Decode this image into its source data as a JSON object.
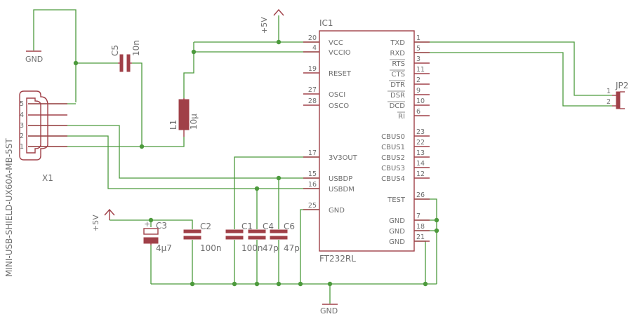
{
  "ic": {
    "name": "IC1",
    "value": "FT232RL",
    "left_pins": [
      {
        "num": "20",
        "name": "VCC"
      },
      {
        "num": "4",
        "name": "VCCIO"
      },
      {
        "num": "19",
        "name": "RESET"
      },
      {
        "num": "27",
        "name": "OSCI"
      },
      {
        "num": "28",
        "name": "OSCO"
      },
      {
        "num": "17",
        "name": "3V3OUT"
      },
      {
        "num": "15",
        "name": "USBDP"
      },
      {
        "num": "16",
        "name": "USBDM"
      },
      {
        "num": "25",
        "name": "GND"
      }
    ],
    "right_pins": [
      {
        "num": "1",
        "name": "TXD"
      },
      {
        "num": "5",
        "name": "RXD"
      },
      {
        "num": "3",
        "name": "RTS"
      },
      {
        "num": "11",
        "name": "CTS"
      },
      {
        "num": "2",
        "name": "DTR"
      },
      {
        "num": "9",
        "name": "DSR"
      },
      {
        "num": "10",
        "name": "DCD"
      },
      {
        "num": "6",
        "name": "RI"
      },
      {
        "num": "23",
        "name": "CBUS0"
      },
      {
        "num": "22",
        "name": "CBUS1"
      },
      {
        "num": "13",
        "name": "CBUS2"
      },
      {
        "num": "14",
        "name": "CBUS3"
      },
      {
        "num": "12",
        "name": "CBUS4"
      },
      {
        "num": "26",
        "name": "TEST"
      },
      {
        "num": "7",
        "name": "GND"
      },
      {
        "num": "18",
        "name": "GND"
      },
      {
        "num": "21",
        "name": "GND"
      }
    ]
  },
  "connector": {
    "name": "X1",
    "value": "MINI-USB-SHIELD-UX60A-MB-5ST",
    "pins": [
      "5",
      "4",
      "3",
      "2",
      "1"
    ]
  },
  "jumper": {
    "name": "JP2",
    "pins": [
      "1",
      "2"
    ]
  },
  "components": {
    "c5": {
      "name": "C5",
      "value": "10n"
    },
    "l1": {
      "name": "L1",
      "value": "10µ"
    },
    "c3": {
      "name": "C3",
      "value": "4µ7"
    },
    "c2": {
      "name": "C2",
      "value": "100n"
    },
    "c1": {
      "name": "C1",
      "value": "100n"
    },
    "c4": {
      "name": "C4",
      "value": "47p"
    },
    "c6": {
      "name": "C6",
      "value": "47p"
    }
  },
  "supplies": {
    "top_vcc": "+5V",
    "left_vcc": "+5V",
    "gnd_top": "GND",
    "gnd_bottom": "GND"
  },
  "colors": {
    "wire": "#4c9a3c",
    "part": "#a04048",
    "text": "#6e6e6e"
  }
}
